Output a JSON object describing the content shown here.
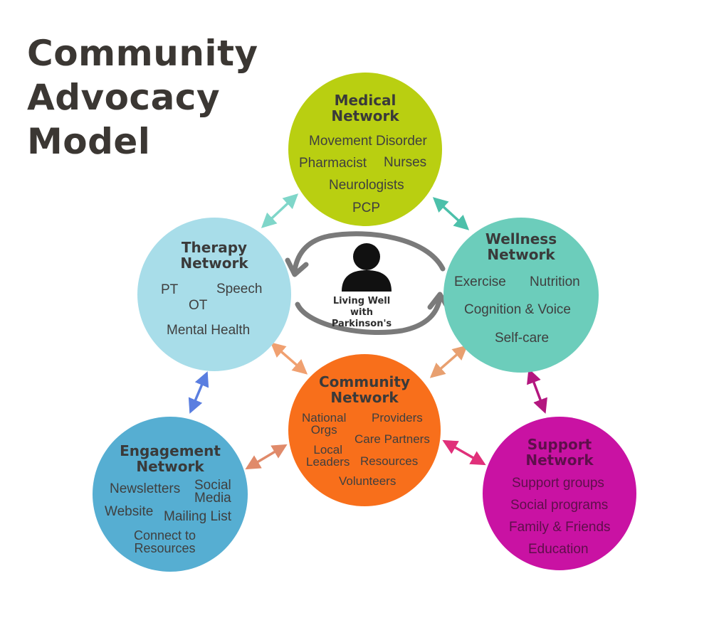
{
  "title": {
    "line1": "Community",
    "line2": "Advocacy",
    "line3": "Model"
  },
  "center": {
    "line1": "Living Well",
    "line2": "with",
    "line3": "Parkinson's"
  },
  "nodes": {
    "medical": {
      "head1": "Medical",
      "head2": "Network",
      "items": [
        "Movement Disorder",
        "Pharmacist",
        "Nurses",
        "Neurologists",
        "PCP"
      ]
    },
    "therapy": {
      "head1": "Therapy",
      "head2": "Network",
      "items": [
        "PT",
        "Speech",
        "OT",
        "Mental Health"
      ]
    },
    "wellness": {
      "head1": "Wellness",
      "head2": "Network",
      "items": [
        "Exercise",
        "Nutrition",
        "Cognition & Voice",
        "Self-care"
      ]
    },
    "community": {
      "head1": "Community",
      "head2": "Network",
      "items": [
        "National",
        "Orgs",
        "Providers",
        "Care Partners",
        "Local",
        "Leaders",
        "Resources",
        "Volunteers"
      ]
    },
    "engagement": {
      "head1": "Engagement",
      "head2": "Network",
      "items": [
        "Newsletters",
        "Social",
        "Media",
        "Website",
        "Mailing List",
        "Connect  to",
        "Resources"
      ]
    },
    "support": {
      "head1": "Support",
      "head2": "Network",
      "items": [
        "Support groups",
        "Social programs",
        "Family & Friends",
        "Education"
      ]
    }
  },
  "colors": {
    "medical": "#b9cf11",
    "therapy": "#a8dde9",
    "wellness": "#6ccdbb",
    "community": "#f86f1b",
    "engagement": "#56aed2",
    "support": "#c912a3",
    "title_text": "#3b3733",
    "cycle_arrow": "#7a7a7a"
  },
  "icons": [
    "person-icon"
  ]
}
